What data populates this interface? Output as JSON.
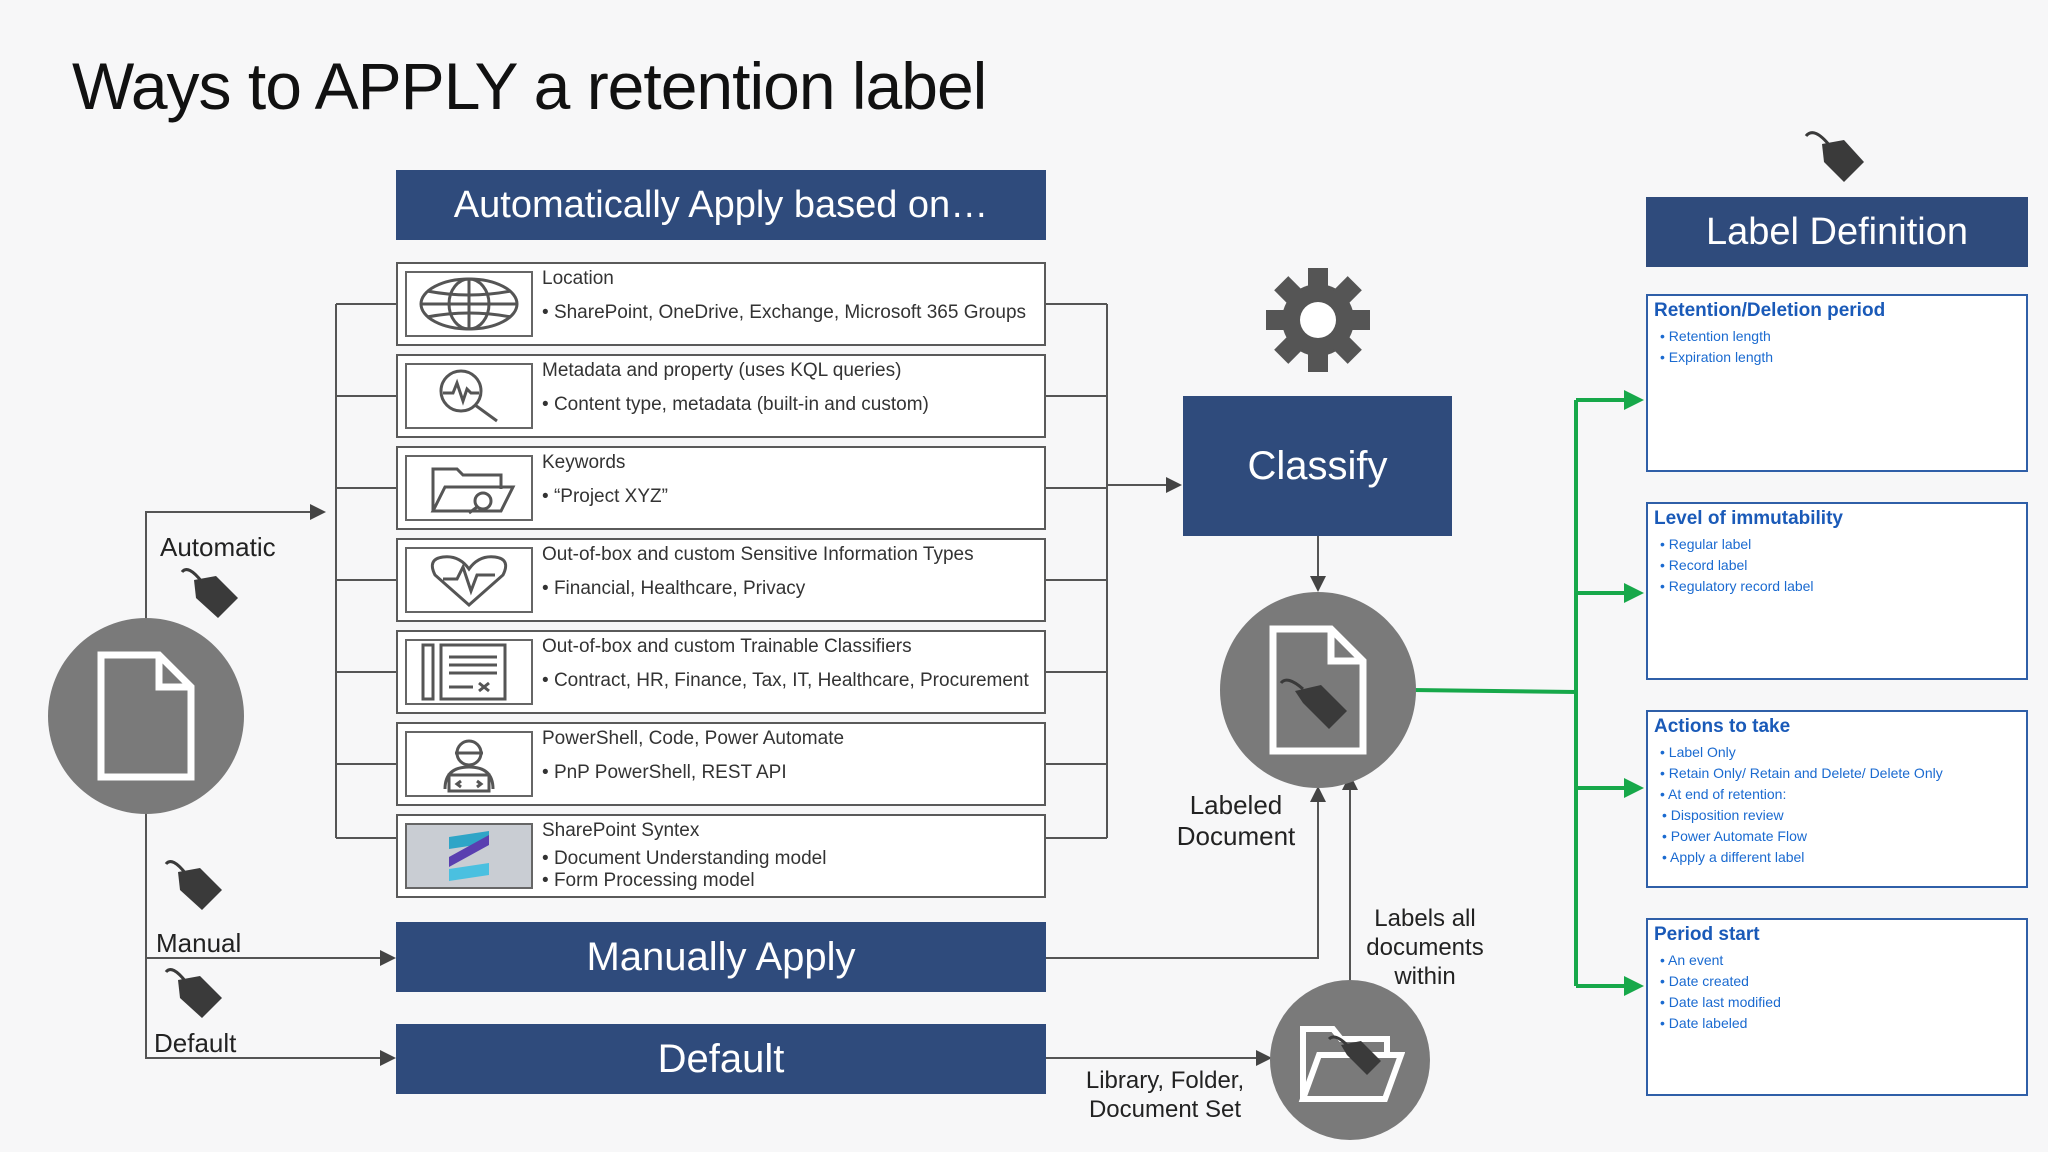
{
  "title": "Ways to APPLY a retention label",
  "auto_header": "Automatically Apply based on…",
  "criteria": [
    {
      "title": "Location",
      "bullets": [
        "SharePoint, OneDrive, Exchange, Microsoft 365 Groups"
      ],
      "icon": "globe-icon"
    },
    {
      "title": "Metadata and property (uses KQL queries)",
      "bullets": [
        "Content type, metadata (built-in and custom)"
      ],
      "icon": "magnifier-icon"
    },
    {
      "title": "Keywords",
      "bullets": [
        "“Project XYZ”"
      ],
      "icon": "folder-search-icon"
    },
    {
      "title": "Out-of-box and custom Sensitive Information Types",
      "bullets": [
        "Financial, Healthcare, Privacy"
      ],
      "icon": "heart-pulse-icon"
    },
    {
      "title": "Out-of-box and custom Trainable Classifiers",
      "bullets": [
        "Contract, HR, Finance, Tax, IT, Healthcare, Procurement"
      ],
      "icon": "document-form-icon"
    },
    {
      "title": "PowerShell, Code, Power Automate",
      "bullets": [
        "PnP PowerShell, REST API"
      ],
      "icon": "developer-icon"
    },
    {
      "title": "SharePoint Syntex",
      "bullets": [
        "Document Understanding model",
        "Form Processing model"
      ],
      "icon": "syntex-icon"
    }
  ],
  "manual_box": "Manually Apply",
  "default_box": "Default",
  "classify_box": "Classify",
  "label_def_header": "Label Definition",
  "labels": {
    "automatic": "Automatic",
    "manual": "Manual",
    "default": "Default",
    "labeled_document": [
      "Labeled",
      "Document"
    ],
    "labels_all": [
      "Labels all",
      "documents",
      "within"
    ],
    "library": [
      "Library, Folder,",
      "Document Set"
    ]
  },
  "definitions": [
    {
      "title": "Retention/Deletion period",
      "items": [
        "Retention length",
        "Expiration length"
      ]
    },
    {
      "title": "Level of immutability",
      "items": [
        "Regular label",
        "Record label",
        "Regulatory record label"
      ]
    },
    {
      "title": "Actions to take",
      "items": [
        "Label Only",
        "Retain Only/ Retain and Delete/ Delete Only",
        "At end of retention:"
      ],
      "subitems": [
        "Disposition review",
        "Power Automate Flow",
        "Apply a different label"
      ]
    },
    {
      "title": "Period start",
      "items": [
        "An event",
        "Date created",
        "Date last modified",
        "Date labeled"
      ]
    }
  ],
  "colors": {
    "navy": "#2f4b7c",
    "green_arrow": "#17a84a",
    "def_title": "#1a5ab8",
    "circle": "#7a7a7a"
  }
}
